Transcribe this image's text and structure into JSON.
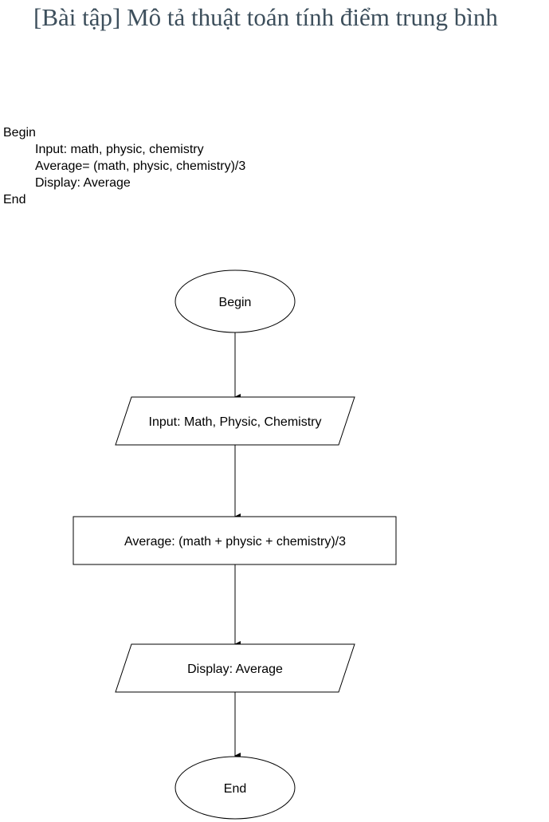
{
  "title": "[Bài tập] Mô tả thuật toán tính điểm trung bình",
  "pseudocode": {
    "begin": "Begin",
    "steps": [
      "Input: math, physic, chemistry",
      "Average= (math, physic, chemistry)/3",
      "Display: Average"
    ],
    "end": "End"
  },
  "flowchart": {
    "start": "Begin",
    "input": "Input: Math, Physic, Chemistry",
    "process": "Average: (math + physic + chemistry)/3",
    "output": "Display: Average",
    "stop": "End"
  }
}
